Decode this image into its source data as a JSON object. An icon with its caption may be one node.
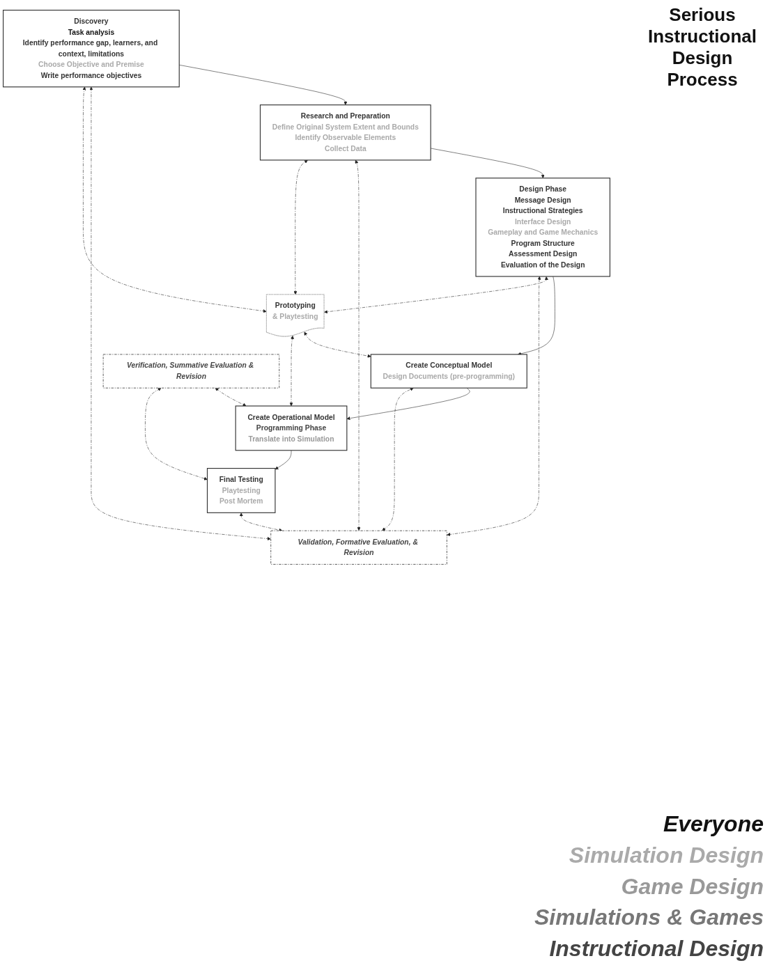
{
  "diagram": {
    "title": "Serious Instructional Design Process",
    "nodes": [
      {
        "text": [
          "Discovery",
          "Task analysis",
          "Identify performance gap, learners, and context, limitations",
          "Choose Objective and Premise",
          "Write performance objectives"
        ]
      },
      {
        "text": [
          "Research and Preparation",
          "Define Original System Extent and Bounds",
          "Identify Observable Elements",
          "Collect Data"
        ]
      },
      {
        "text": [
          "Design Phase",
          "Message Design",
          "Instructional Strategies",
          "Interface Design",
          "Gameplay and Game Mechanics",
          "Program Structure",
          "Assessment Design",
          "Evaluation of the Design"
        ]
      },
      {
        "text": [
          "Create Conceptual Model",
          "Design Documents (pre-programming)"
        ]
      },
      {
        "text": [
          "Create Operational Model",
          "Programming Phase",
          "Translate into Simulation"
        ]
      },
      {
        "text": [
          "Final Testing",
          "Playtesting",
          "Post Mortem"
        ]
      },
      {
        "text": [
          "Validation, Formative Evaluation, & Revision"
        ]
      },
      {
        "text": [
          "Verification, Summative Evaluation & Revision"
        ]
      },
      {
        "text": [
          "Prototyping",
          "& Playtesting"
        ]
      }
    ],
    "edges": [
      {
        "from": 0,
        "to": 1,
        "arrow": "to"
      },
      {
        "from": 1,
        "to": 2,
        "arrow": "to"
      },
      {
        "from": 2,
        "to": 3,
        "arrow": "to"
      },
      {
        "from": 3,
        "to": 4,
        "arrow": "to"
      },
      {
        "from": 4,
        "to": 5,
        "arrow": "to"
      },
      {
        "from": 6,
        "to": 0,
        "arrow": "both",
        "style": "dashed"
      },
      {
        "from": 6,
        "to": 1,
        "arrow": "both",
        "style": "dashed"
      },
      {
        "from": 6,
        "to": 2,
        "arrow": "both",
        "style": "dashed"
      },
      {
        "from": 6,
        "to": 3,
        "arrow": "both",
        "style": "dashed"
      },
      {
        "from": 5,
        "to": 6,
        "arrow": "both",
        "style": "dashed"
      },
      {
        "from": 7,
        "to": 4,
        "arrow": "both",
        "style": "dashed"
      },
      {
        "from": 7,
        "to": 5,
        "arrow": "both",
        "style": "dashed"
      },
      {
        "from": 8,
        "to": 0,
        "arrow": "both",
        "style": "dashed"
      },
      {
        "from": 8,
        "to": 1,
        "arrow": "both",
        "style": "dashed"
      },
      {
        "from": 2,
        "to": 8,
        "arrow": "both",
        "style": "dashed"
      },
      {
        "from": 8,
        "to": 3,
        "arrow": "both",
        "style": "dashed"
      },
      {
        "from": 8,
        "to": 4,
        "arrow": "both",
        "style": "dashed"
      }
    ],
    "legend": [
      {
        "text": "Everyone",
        "color": "#111111"
      },
      {
        "text": "Simulation Design",
        "color": "#aaaaaa"
      },
      {
        "text": "Game Design",
        "color": "#999999"
      },
      {
        "text": "Simulations & Games",
        "color": "#777777"
      },
      {
        "text": "Instructional Design",
        "color": "#444444"
      }
    ]
  }
}
